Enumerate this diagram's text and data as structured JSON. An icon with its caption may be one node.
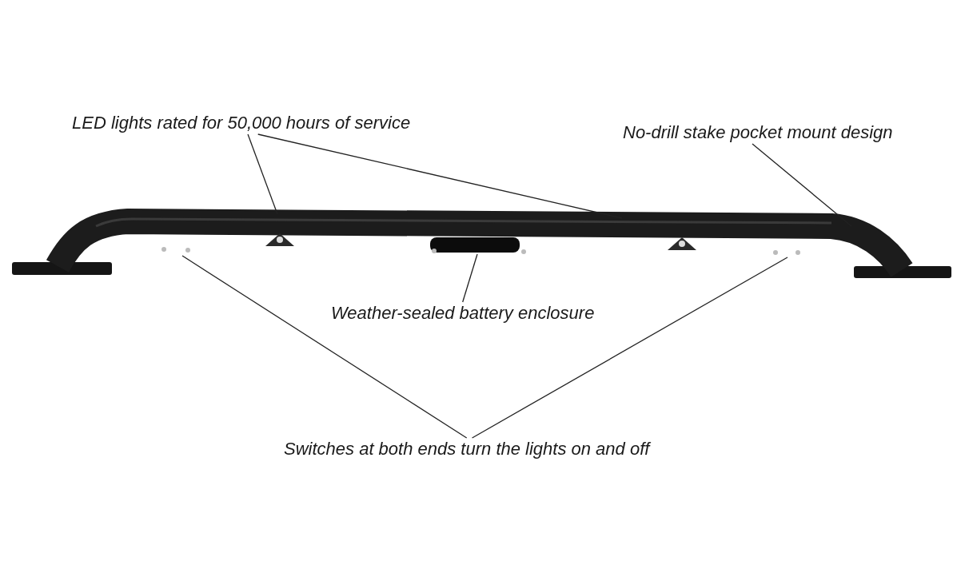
{
  "diagram": {
    "nodes": [
      {
        "text": [
          "LED lights rated for 50,000 hours of service"
        ]
      },
      {
        "text": [
          "No-drill stake pocket mount design"
        ]
      },
      {
        "text": [
          "Weather-sealed battery enclosure"
        ]
      },
      {
        "text": [
          "Switches at both ends turn the lights on and off"
        ]
      }
    ],
    "edges": [
      {
        "from": 0,
        "to": null,
        "arrow": "none"
      },
      {
        "from": 0,
        "to": null,
        "arrow": "none"
      },
      {
        "from": 1,
        "to": null,
        "arrow": "none"
      },
      {
        "from": 2,
        "to": null,
        "arrow": "none"
      },
      {
        "from": 3,
        "to": null,
        "arrow": "none"
      },
      {
        "from": 3,
        "to": null,
        "arrow": "none"
      }
    ]
  }
}
